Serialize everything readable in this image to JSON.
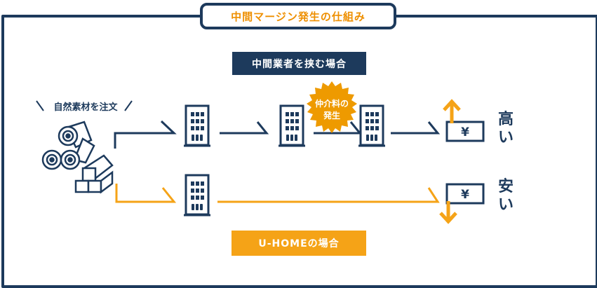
{
  "title": "中間マージン発生の仕組み",
  "middleman_label": "中間業者を挟む場合",
  "uhome_label": "U-HOMEの場合",
  "material_label": "自然素材を注文",
  "fee_badge": {
    "line1": "仲介料の",
    "line2": "発生"
  },
  "price_high": {
    "symbol": "¥",
    "char1": "高",
    "char2": "い"
  },
  "price_low": {
    "symbol": "¥",
    "char1": "安",
    "char2": "い"
  },
  "colors": {
    "navy": "#1d3a5c",
    "orange": "#f5a317",
    "badge": "#ee9a00",
    "title_text": "#ee8f00"
  },
  "icons": [
    "wood-logs-icon",
    "building-icon",
    "price-tag-icon",
    "arrow-up-icon",
    "arrow-down-icon",
    "starburst-badge-icon"
  ]
}
